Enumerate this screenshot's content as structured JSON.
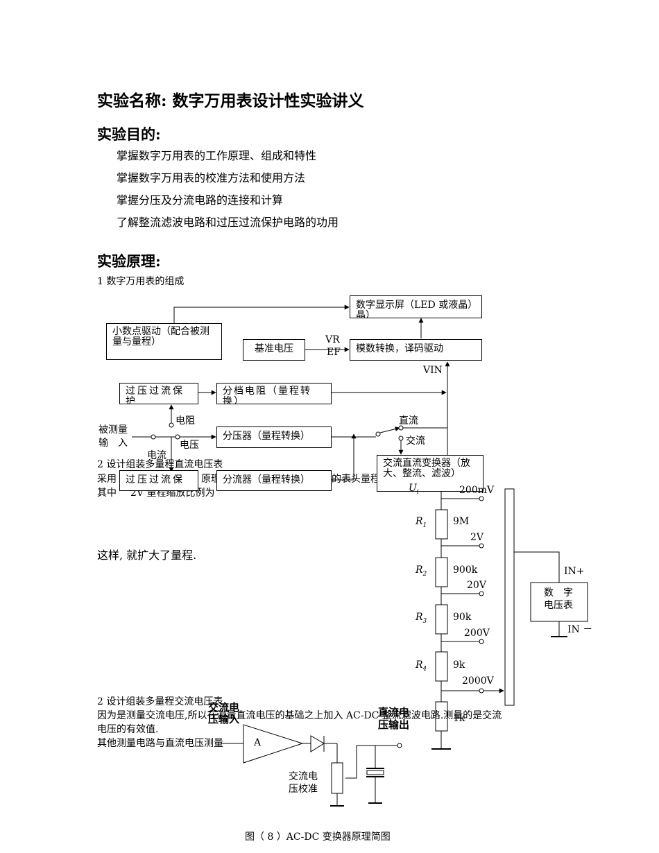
{
  "title": "实验名称: 数字万用表设计性实验讲义",
  "purpose": {
    "heading": "实验目的:",
    "items": [
      "掌握数字万用表的工作原理、组成和特性",
      "掌握数字万用表的校准方法和使用方法",
      "掌握分压及分流电路的连接和计算",
      "了解整流滤波电路和过压过流保护电路的功用"
    ]
  },
  "principle": {
    "heading": "实验原理:",
    "section1": "1 数字万用表的组成",
    "block_diagram": {
      "display": "数字显示屏（LED 或液晶）晶）",
      "decimal_driver": "小数点驱动（配合被测量与量程）",
      "reference": "基准电压",
      "vref_1": "VR",
      "vref_2": "EF",
      "adc": "模数转换，译码驱动",
      "vin": "VIN",
      "protect_1": "过压过流保护",
      "range_resistor": "分档电阻（量程转换）",
      "input_1": "被测量",
      "input_2": "输　入",
      "sw_resistance": "电阻",
      "sw_voltage": "电压",
      "sw_current": "电流",
      "divider": "分压器（量程转换）",
      "dc": "直流",
      "ac": "交流",
      "acdc": "交流直流变换器（放大、整流、滤波）",
      "protect_2": "过压过流保",
      "shunt": "分流器（量程转换）"
    },
    "section2": "2 设计组装多量程直流电压表",
    "section2_line1": "采用",
    "section2_line1b": "原理",
    "section2_line1c": "的表头量程",
    "section2_line2a": "其中",
    "section2_line2b": "2V 量程缩放比例为",
    "expanded": "这样, 就扩大了量程.",
    "divider_circuit": {
      "ui": "U",
      "ui_sub": "i",
      "taps": [
        "200mV",
        "2V",
        "20V",
        "200V",
        "2000V"
      ],
      "resistors": [
        {
          "name": "R",
          "sub": "1",
          "value": "9M"
        },
        {
          "name": "R",
          "sub": "2",
          "value": "900k"
        },
        {
          "name": "R",
          "sub": "3",
          "value": "90k"
        },
        {
          "name": "R",
          "sub": "4",
          "value": "9k"
        }
      ],
      "r5_value": "1k",
      "in_plus": "IN+",
      "in_minus": "IN －",
      "meter": "数　字\n电压表"
    },
    "section3": "2 设计组装多量程交流电压表",
    "section3_line1": "因为是测量交流电压,所以在测量直流电压的基础之上加入 AC-DC 整流滤波电路.测量的是交流",
    "section3_line2": "电压的有效值.",
    "section3_line3": "其他测量电路与直流电压测量",
    "acdc_circuit": {
      "ac_input": "交流电\n压输入",
      "amp": "A",
      "dc_output": "直流电\n压输出",
      "calib": "交流电\n压校准"
    },
    "caption": "图（ 8 ）AC-DC 变换器原理简图"
  }
}
